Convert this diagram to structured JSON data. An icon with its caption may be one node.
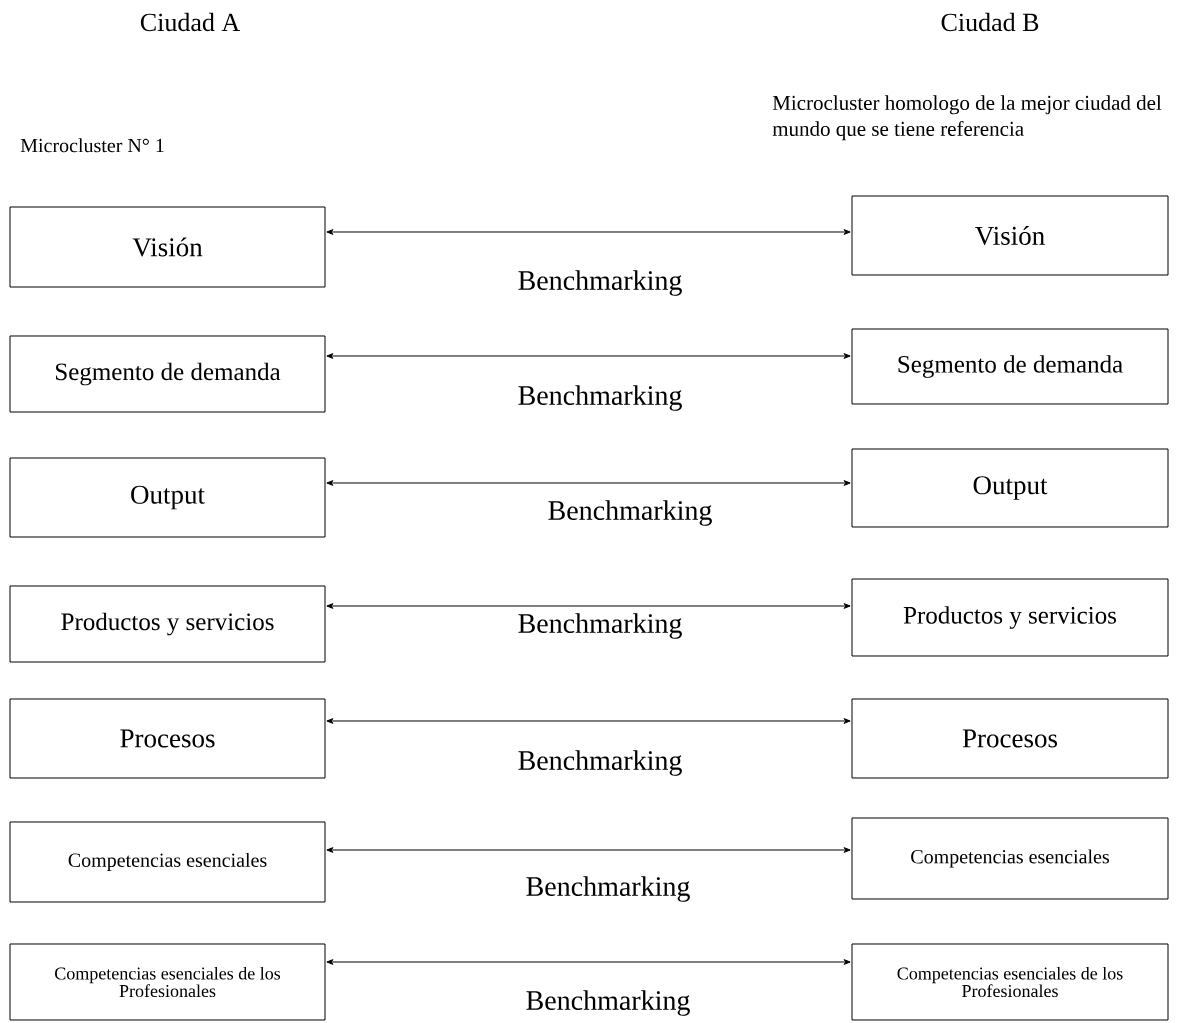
{
  "diagram": {
    "nodes": [
      {
        "text": [
          "Visión"
        ]
      },
      {
        "text": [
          "Visión"
        ]
      },
      {
        "text": [
          "Segmento de demanda"
        ]
      },
      {
        "text": [
          "Segmento de demanda"
        ]
      },
      {
        "text": [
          "Output"
        ]
      },
      {
        "text": [
          "Output"
        ]
      },
      {
        "text": [
          "Productos y servicios"
        ]
      },
      {
        "text": [
          "Productos y servicios"
        ]
      },
      {
        "text": [
          "Procesos"
        ]
      },
      {
        "text": [
          "Procesos"
        ]
      },
      {
        "text": [
          "Competencias esenciales"
        ]
      },
      {
        "text": [
          "Competencias esenciales"
        ]
      },
      {
        "text": [
          "Competencias esenciales de los Profesionales"
        ]
      },
      {
        "text": [
          "Competencias esenciales de los Profesionales"
        ]
      }
    ],
    "edges": [
      {
        "from": 0,
        "to": 1,
        "arrow": "both",
        "label": "Benchmarking"
      },
      {
        "from": 2,
        "to": 3,
        "arrow": "both",
        "label": "Benchmarking"
      },
      {
        "from": 4,
        "to": 5,
        "arrow": "both",
        "label": "Benchmarking"
      },
      {
        "from": 6,
        "to": 7,
        "arrow": "both",
        "label": "Benchmarking"
      },
      {
        "from": 8,
        "to": 9,
        "arrow": "both",
        "label": "Benchmarking"
      },
      {
        "from": 10,
        "to": 11,
        "arrow": "both",
        "label": "Benchmarking"
      },
      {
        "from": 12,
        "to": 13,
        "arrow": "both",
        "label": "Benchmarking"
      }
    ],
    "labels": [
      "Ciudad A",
      "Ciudad B",
      "Microcluster homologo de la mejor ciudad del mundo que se tiene referencia",
      "Microcluster N° 1"
    ]
  }
}
